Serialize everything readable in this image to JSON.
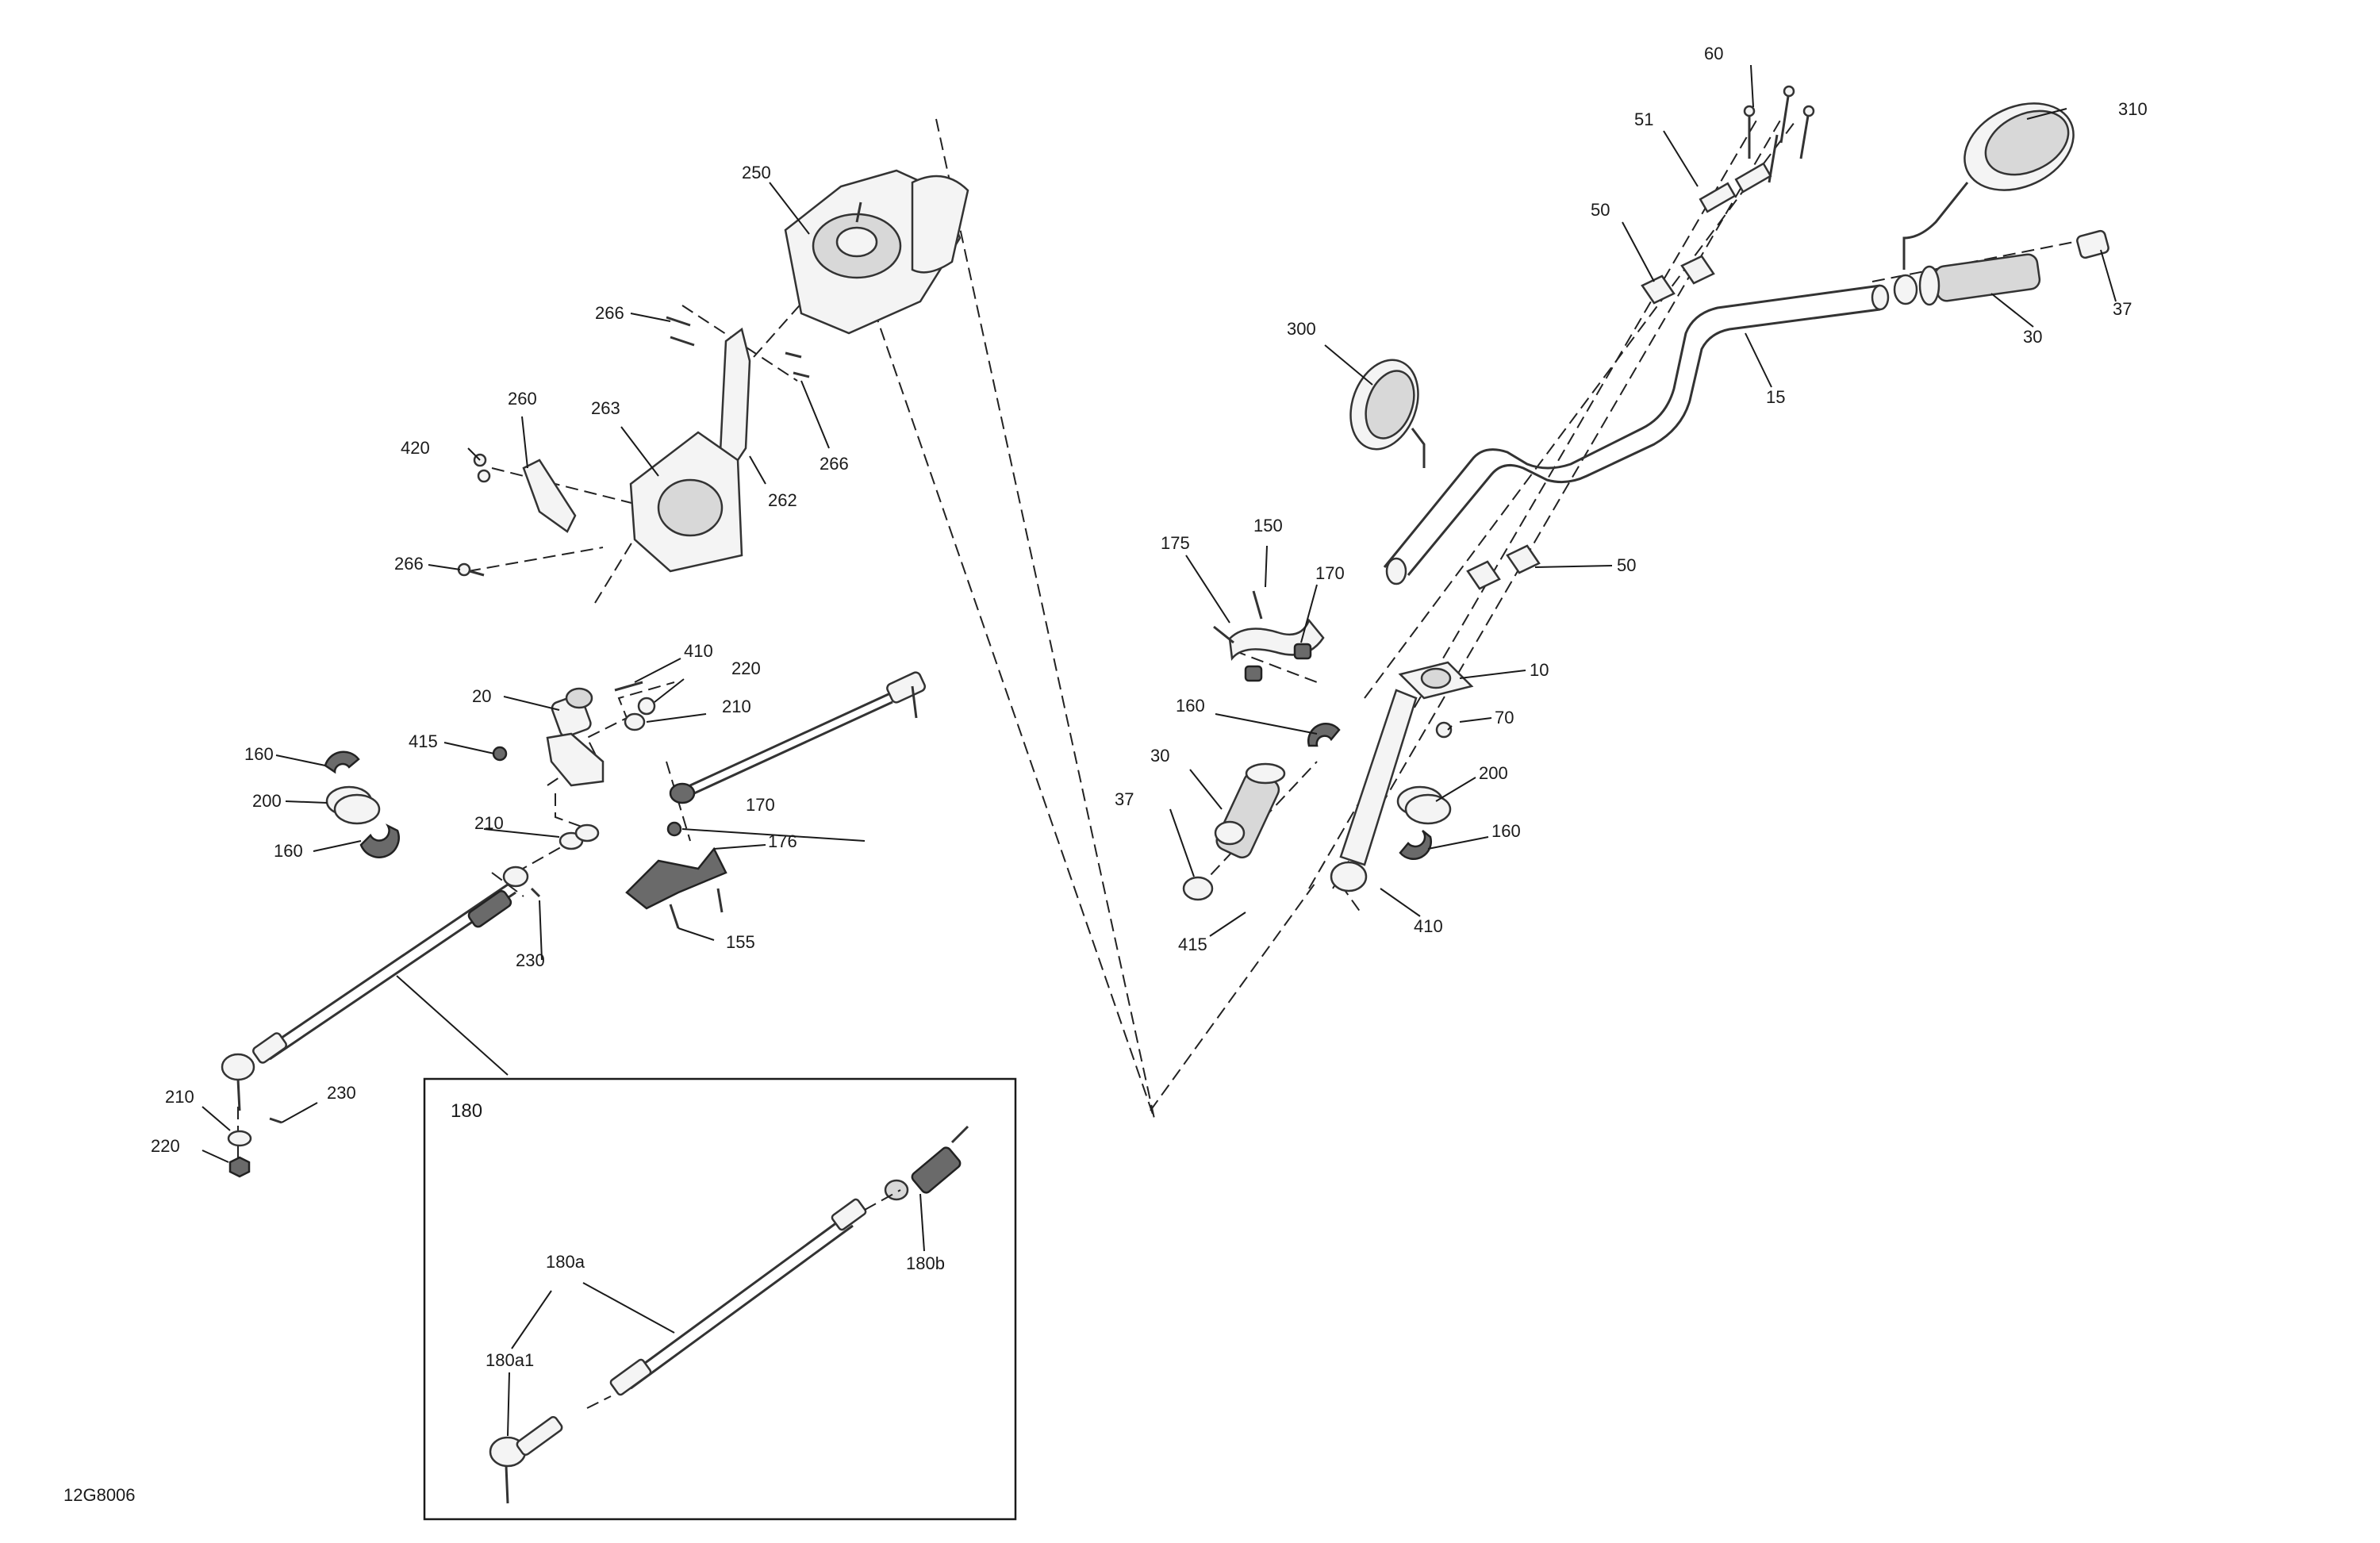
{
  "diagram": {
    "drawing_number": "12G8006",
    "inset": {
      "label": "180"
    },
    "callouts": [
      {
        "id": "c60",
        "text": "60"
      },
      {
        "id": "c310",
        "text": "310"
      },
      {
        "id": "c51",
        "text": "51"
      },
      {
        "id": "c50a",
        "text": "50"
      },
      {
        "id": "c37a",
        "text": "37"
      },
      {
        "id": "c30a",
        "text": "30"
      },
      {
        "id": "c300",
        "text": "300"
      },
      {
        "id": "c15",
        "text": "15"
      },
      {
        "id": "c50b",
        "text": "50"
      },
      {
        "id": "c175",
        "text": "175"
      },
      {
        "id": "c150a",
        "text": "150"
      },
      {
        "id": "c170a",
        "text": "170"
      },
      {
        "id": "c10",
        "text": "10"
      },
      {
        "id": "c160a",
        "text": "160"
      },
      {
        "id": "c70",
        "text": "70"
      },
      {
        "id": "c30b",
        "text": "30"
      },
      {
        "id": "c200a",
        "text": "200"
      },
      {
        "id": "c37b",
        "text": "37"
      },
      {
        "id": "c160b",
        "text": "160"
      },
      {
        "id": "c410a",
        "text": "410"
      },
      {
        "id": "c415a",
        "text": "415"
      },
      {
        "id": "c250",
        "text": "250"
      },
      {
        "id": "c266a",
        "text": "266"
      },
      {
        "id": "c260",
        "text": "260"
      },
      {
        "id": "c263",
        "text": "263"
      },
      {
        "id": "c420",
        "text": "420"
      },
      {
        "id": "c266b",
        "text": "266"
      },
      {
        "id": "c262",
        "text": "262"
      },
      {
        "id": "c266c",
        "text": "266"
      },
      {
        "id": "c410b",
        "text": "410"
      },
      {
        "id": "c220a",
        "text": "220"
      },
      {
        "id": "c20",
        "text": "20"
      },
      {
        "id": "c210a",
        "text": "210"
      },
      {
        "id": "c415b",
        "text": "415"
      },
      {
        "id": "c160c",
        "text": "160"
      },
      {
        "id": "c200b",
        "text": "200"
      },
      {
        "id": "c160d",
        "text": "160"
      },
      {
        "id": "c170b",
        "text": "170"
      },
      {
        "id": "c210b",
        "text": "210"
      },
      {
        "id": "c176",
        "text": "176"
      },
      {
        "id": "c230a",
        "text": "230"
      },
      {
        "id": "c155",
        "text": "155"
      },
      {
        "id": "c210c",
        "text": "210"
      },
      {
        "id": "c230b",
        "text": "230"
      },
      {
        "id": "c220b",
        "text": "220"
      },
      {
        "id": "c180a",
        "text": "180a"
      },
      {
        "id": "c180b",
        "text": "180b"
      },
      {
        "id": "c180a1",
        "text": "180a1"
      }
    ]
  }
}
